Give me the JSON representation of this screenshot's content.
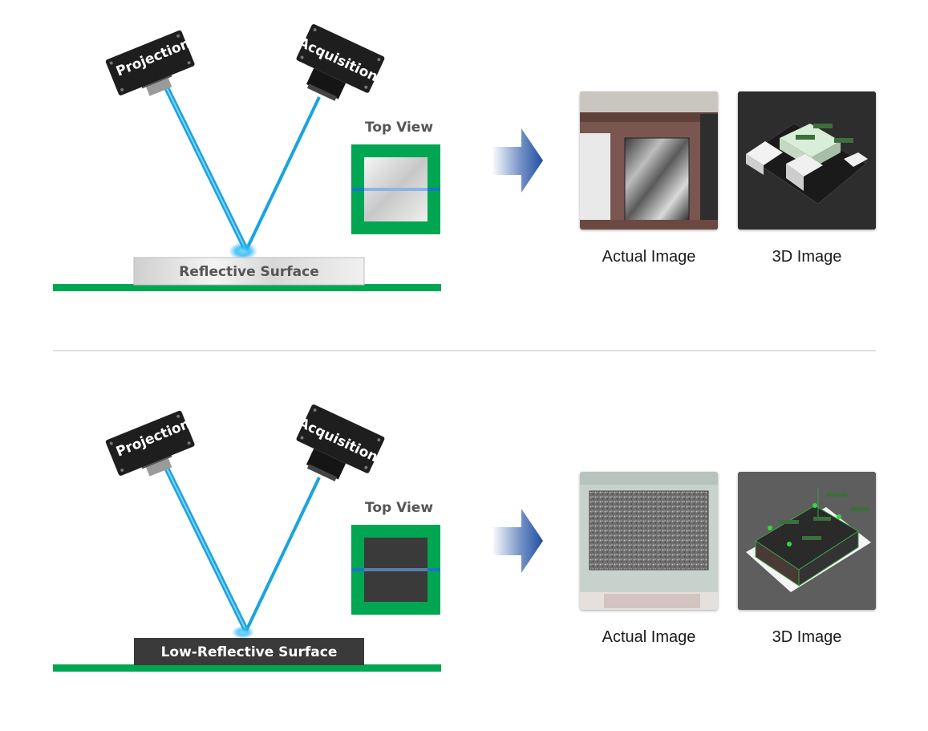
{
  "panels": [
    {
      "surface_label": "Reflective Surface",
      "surface_type": "reflective",
      "projector_label": "Projection",
      "camera_label": "Acquisition",
      "top_view_label": "Top View",
      "actual_caption": "Actual Image",
      "threed_caption": "3D Image",
      "top_view_fill": "silver",
      "beam_color": "#1aa3e0"
    },
    {
      "surface_label": "Low-Reflective Surface",
      "surface_type": "low-reflective",
      "projector_label": "Projection",
      "camera_label": "Acquisition",
      "top_view_label": "Top View",
      "actual_caption": "Actual Image",
      "threed_caption": "3D Image",
      "top_view_fill": "dark-gray",
      "beam_color": "#1aa3e0"
    }
  ],
  "colors": {
    "green": "#00a651",
    "arrow_blue": "#1f4ea3",
    "device_black": "#1e1e1e",
    "low_reflective_fill": "#3a3a3a"
  }
}
